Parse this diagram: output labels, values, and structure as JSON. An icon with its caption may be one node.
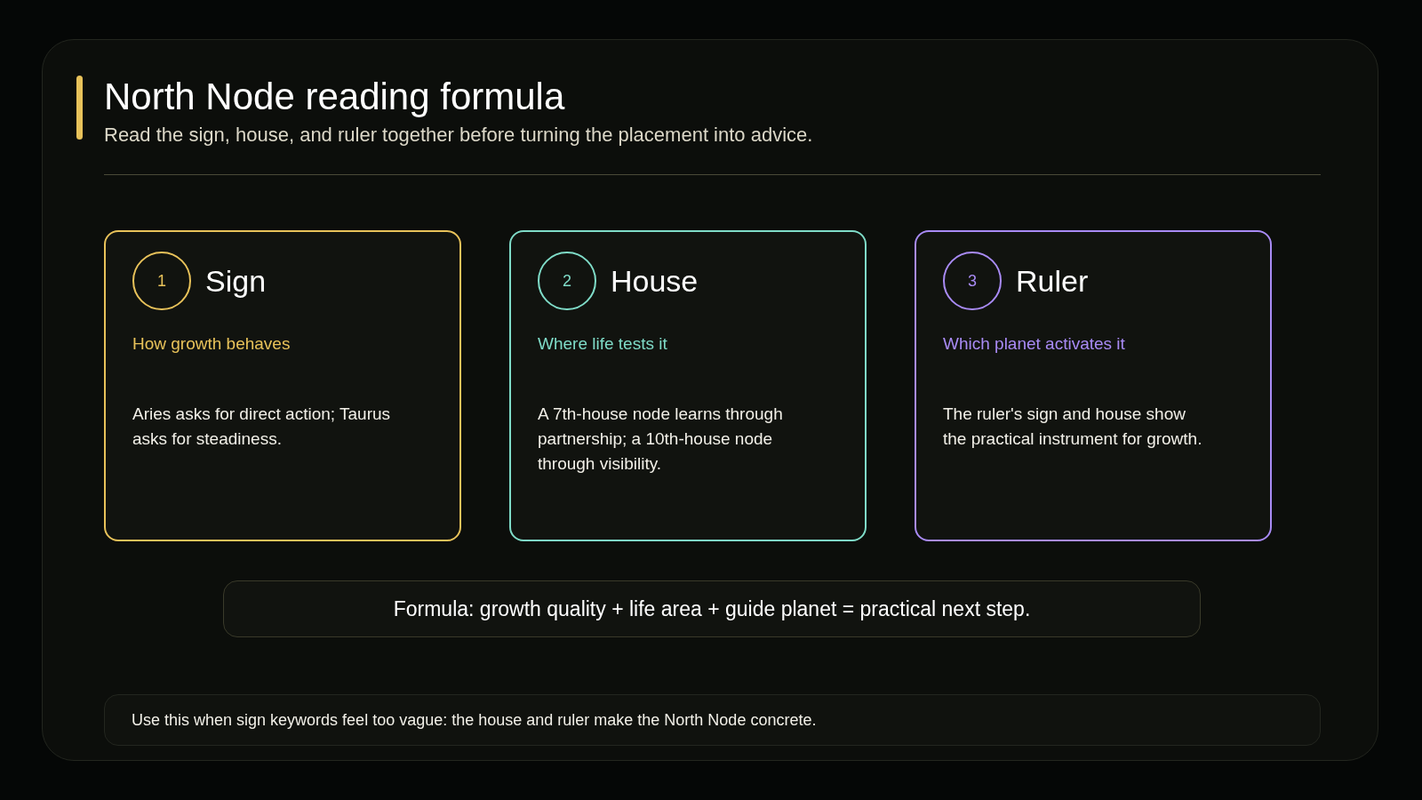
{
  "diagram": {
    "title": "North Node reading formula",
    "nodes": [
      {
        "text": [
          "Sign",
          "How growth behaves",
          "Aries asks for direct action; Taurus asks for steadiness."
        ]
      },
      {
        "text": [
          "1"
        ],
        "in": 0
      },
      {
        "text": [
          "House",
          "Where life tests it",
          "A 7th-house node learns through partnership; a 10th-house node through visibility."
        ]
      },
      {
        "text": [
          "2"
        ],
        "in": 2
      },
      {
        "text": [
          "Ruler",
          "Which planet activates it",
          "The ruler's sign and house show the practical instrument for growth."
        ]
      },
      {
        "text": [
          "3"
        ],
        "in": 4
      },
      {
        "text": [
          "Formula: growth quality + life area + guide planet = practical next step."
        ]
      },
      {
        "text": [
          "Use this when sign keywords feel too vague: the house and ruler make the North Node concrete."
        ]
      }
    ],
    "labels": [
      "Read the sign, house, and ruler together before turning the placement into advice."
    ]
  }
}
